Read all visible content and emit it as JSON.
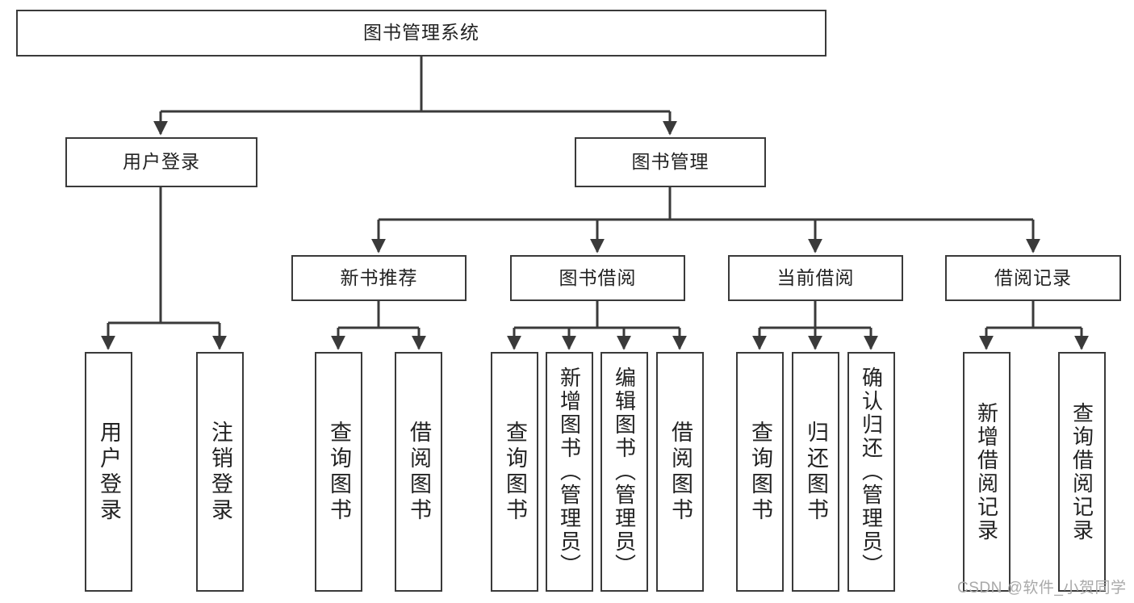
{
  "diagram": {
    "title": "图书管理系统",
    "type": "tree-hierarchy",
    "root": {
      "label": "图书管理系统"
    },
    "level2": [
      {
        "label": "用户登录"
      },
      {
        "label": "图书管理"
      }
    ],
    "level3": [
      {
        "label": "新书推荐"
      },
      {
        "label": "图书借阅"
      },
      {
        "label": "当前借阅"
      },
      {
        "label": "借阅记录"
      }
    ],
    "leaves": {
      "user_login": [
        {
          "label": "用户登录"
        },
        {
          "label": "注销登录"
        }
      ],
      "new_book_recommend": [
        {
          "label": "查询图书"
        },
        {
          "label": "借阅图书"
        }
      ],
      "book_borrow": [
        {
          "label": "查询图书"
        },
        {
          "label": "新增图书（管理员）"
        },
        {
          "label": "编辑图书（管理员）"
        },
        {
          "label": "借阅图书"
        }
      ],
      "current_borrow": [
        {
          "label": "查询图书"
        },
        {
          "label": "归还图书"
        },
        {
          "label": "确认归还（管理员）"
        }
      ],
      "borrow_records": [
        {
          "label": "新增借阅记录"
        },
        {
          "label": "查询借阅记录"
        }
      ]
    }
  },
  "watermark": {
    "text": "CSDN @软件_小贺同学"
  },
  "colors": {
    "stroke": "#3a3a3a",
    "text": "#222222",
    "background": "#ffffff",
    "watermark": "#a9a9a9"
  }
}
